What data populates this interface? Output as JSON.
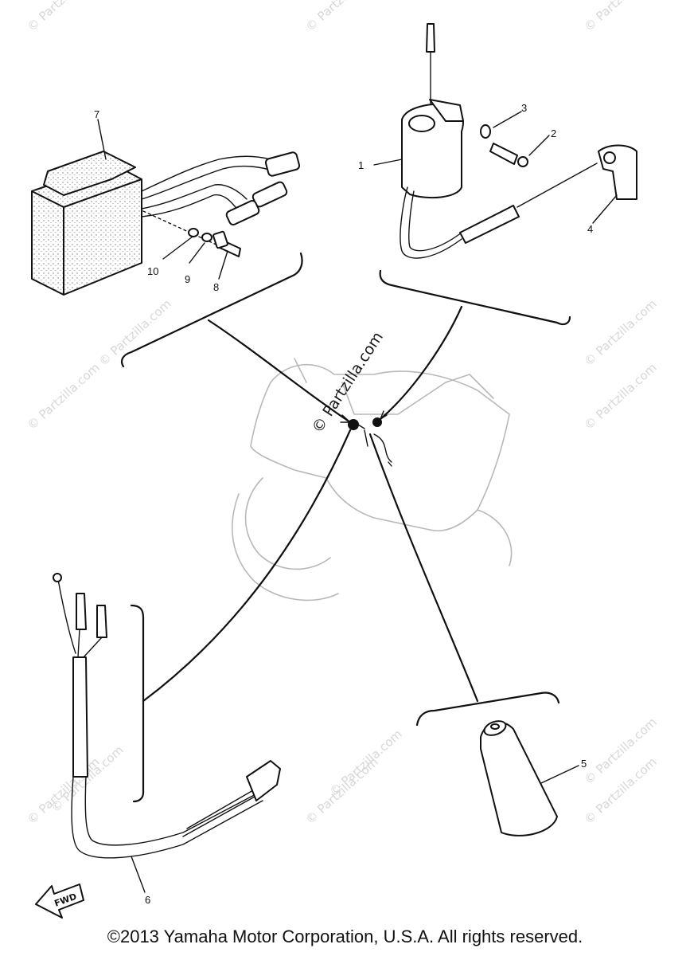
{
  "watermark": {
    "text": "© Partzilla.com",
    "center_text": "© Partzilla.com"
  },
  "callouts": [
    "1",
    "2",
    "3",
    "4",
    "5",
    "6",
    "7",
    "8",
    "9",
    "10"
  ],
  "fwd_label": "FWD",
  "copyright": "©2013  Yamaha Motor Corporation, U.S.A. All rights reserved."
}
